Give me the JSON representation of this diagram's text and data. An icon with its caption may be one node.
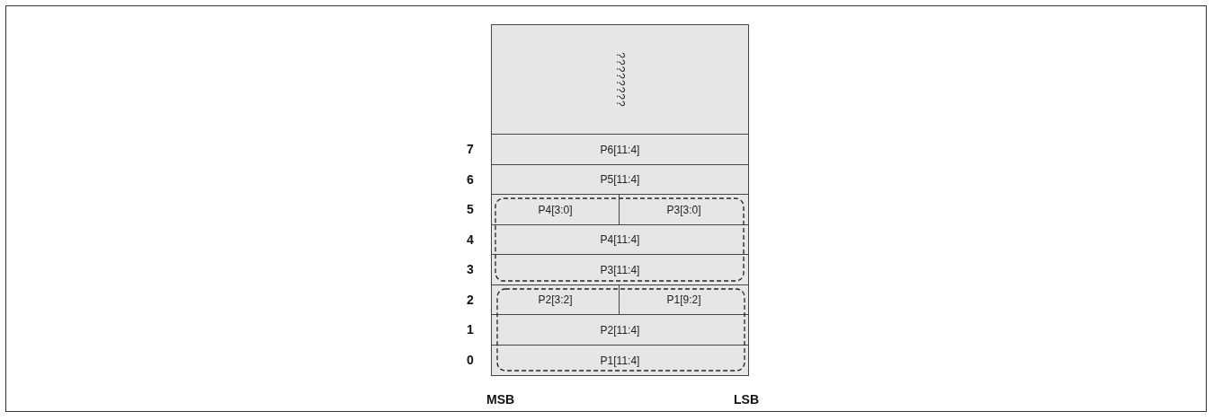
{
  "diagram": {
    "nodes": [
      {
        "text": [
          "????????"
        ]
      },
      {
        "text": [
          "P6[11:4]"
        ]
      },
      {
        "text": [
          "P5[11:4]"
        ]
      },
      {
        "text": [
          "P4[3:0]"
        ]
      },
      {
        "text": [
          "P3[3:0]"
        ]
      },
      {
        "text": [
          "P4[11:4]"
        ]
      },
      {
        "text": [
          "P3[11:4]"
        ]
      },
      {
        "text": [
          "P2[3:2]"
        ]
      },
      {
        "text": [
          "P1[9:2]"
        ]
      },
      {
        "text": [
          "P2[11:4]"
        ]
      },
      {
        "text": [
          "P1[11:4]"
        ]
      }
    ],
    "labels": [
      "7",
      "6",
      "5",
      "4",
      "3",
      "2",
      "1",
      "0",
      "MSB",
      "LSB"
    ]
  }
}
